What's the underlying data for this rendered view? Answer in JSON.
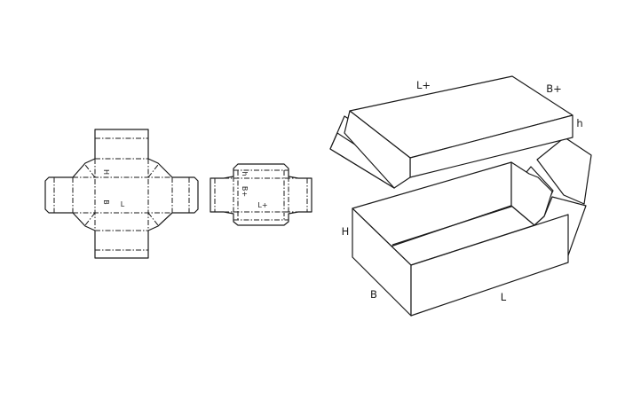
{
  "base_net": {
    "height_label": "H",
    "width_label": "B",
    "length_label": "L"
  },
  "lid_net": {
    "height_label": "h",
    "width_label": "B+",
    "length_label": "L+"
  },
  "assembled": {
    "lid_length_label": "L+",
    "lid_width_label": "B+",
    "lid_height_label": "h",
    "base_height_label": "H",
    "base_width_label": "B",
    "base_length_label": "L"
  }
}
